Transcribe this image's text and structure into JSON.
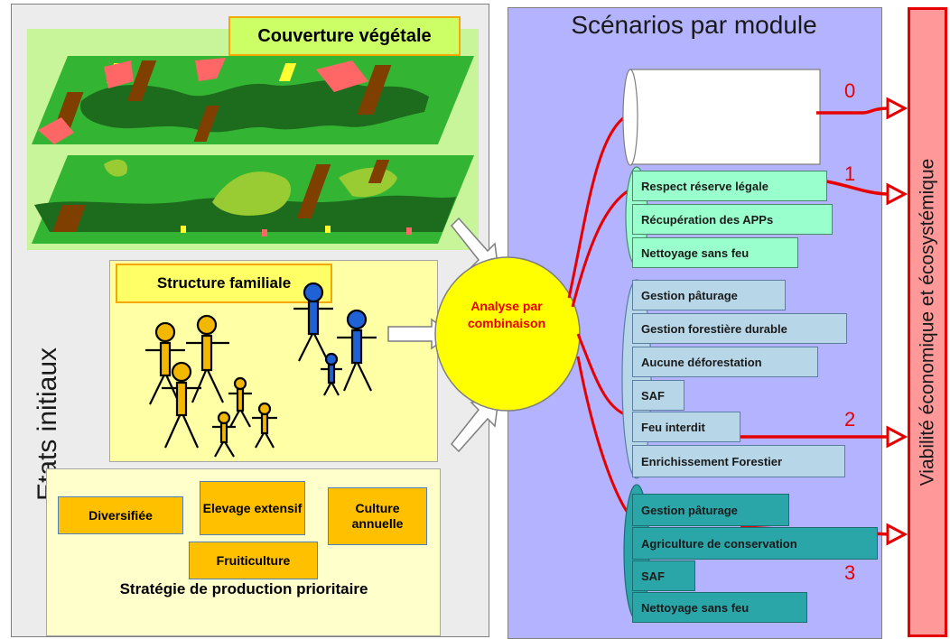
{
  "left": {
    "vegetation_title": "Couverture végétale",
    "family_title": "Structure familiale",
    "initial_states": "Etats initiaux",
    "strategies": [
      "Diversifiée",
      "Elevage extensif",
      "Culture annuelle",
      "Fruiticulture"
    ],
    "strategy_caption": "Stratégie de production prioritaire"
  },
  "center": {
    "analysis": "Analyse par combinaison"
  },
  "middle": {
    "title": "Scénarios par module",
    "group1": [
      "Respect réserve légale",
      "Récupération des APPs",
      "Nettoyage sans feu"
    ],
    "group2": [
      "Gestion pâturage",
      "Gestion forestière durable",
      "Aucune déforestation",
      "SAF",
      "Feu interdit",
      "Enrichissement Forestier"
    ],
    "group3": [
      "Gestion pâturage",
      "Agriculture de conservation",
      "SAF",
      "Nettoyage sans feu"
    ],
    "numbers": [
      "0",
      "1",
      "2",
      "3"
    ]
  },
  "right": {
    "viability": "Viabilité économique et écosystémique"
  },
  "colors": {
    "arrow_red": "#e60000",
    "person_yellow": "#f2b800",
    "person_blue": "#1f62d6",
    "forest_dark": "#1d6b1d",
    "forest_light": "#33b533",
    "vegetation_light": "#99cc33"
  }
}
